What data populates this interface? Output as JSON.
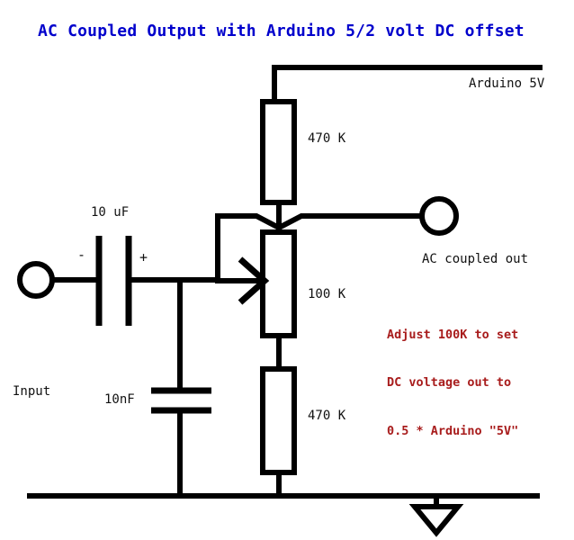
{
  "title": "AC Coupled Output with Arduino 5/2 volt DC offset",
  "colors": {
    "title": "#0000cc",
    "wire": "#000000",
    "note": "#a81c1c",
    "label": "#111111",
    "background": "#ffffff"
  },
  "labels": {
    "supply": "Arduino 5V",
    "r_top": "470 K",
    "c_coupling": "10 uF",
    "c_coupling_neg": "-",
    "c_coupling_pos": "+",
    "output_terminal": "AC coupled out",
    "potentiometer": "100 K",
    "input_terminal": "Input",
    "c_bypass": "10nF",
    "r_bottom": "470 K"
  },
  "note": {
    "line1": "Adjust 100K to set",
    "line2": "DC voltage out to",
    "line3": "0.5 * Arduino \"5V\""
  },
  "components": [
    {
      "id": "r-top",
      "type": "resistor",
      "value": "470 K"
    },
    {
      "id": "pot",
      "type": "potentiometer",
      "value": "100 K"
    },
    {
      "id": "r-bottom",
      "type": "resistor",
      "value": "470 K"
    },
    {
      "id": "c-coupling",
      "type": "capacitor-polarized",
      "value": "10 uF"
    },
    {
      "id": "c-bypass",
      "type": "capacitor",
      "value": "10nF"
    },
    {
      "id": "t-input",
      "type": "terminal",
      "value": "Input"
    },
    {
      "id": "t-output",
      "type": "terminal",
      "value": "AC coupled out"
    },
    {
      "id": "gnd",
      "type": "ground",
      "value": ""
    }
  ]
}
